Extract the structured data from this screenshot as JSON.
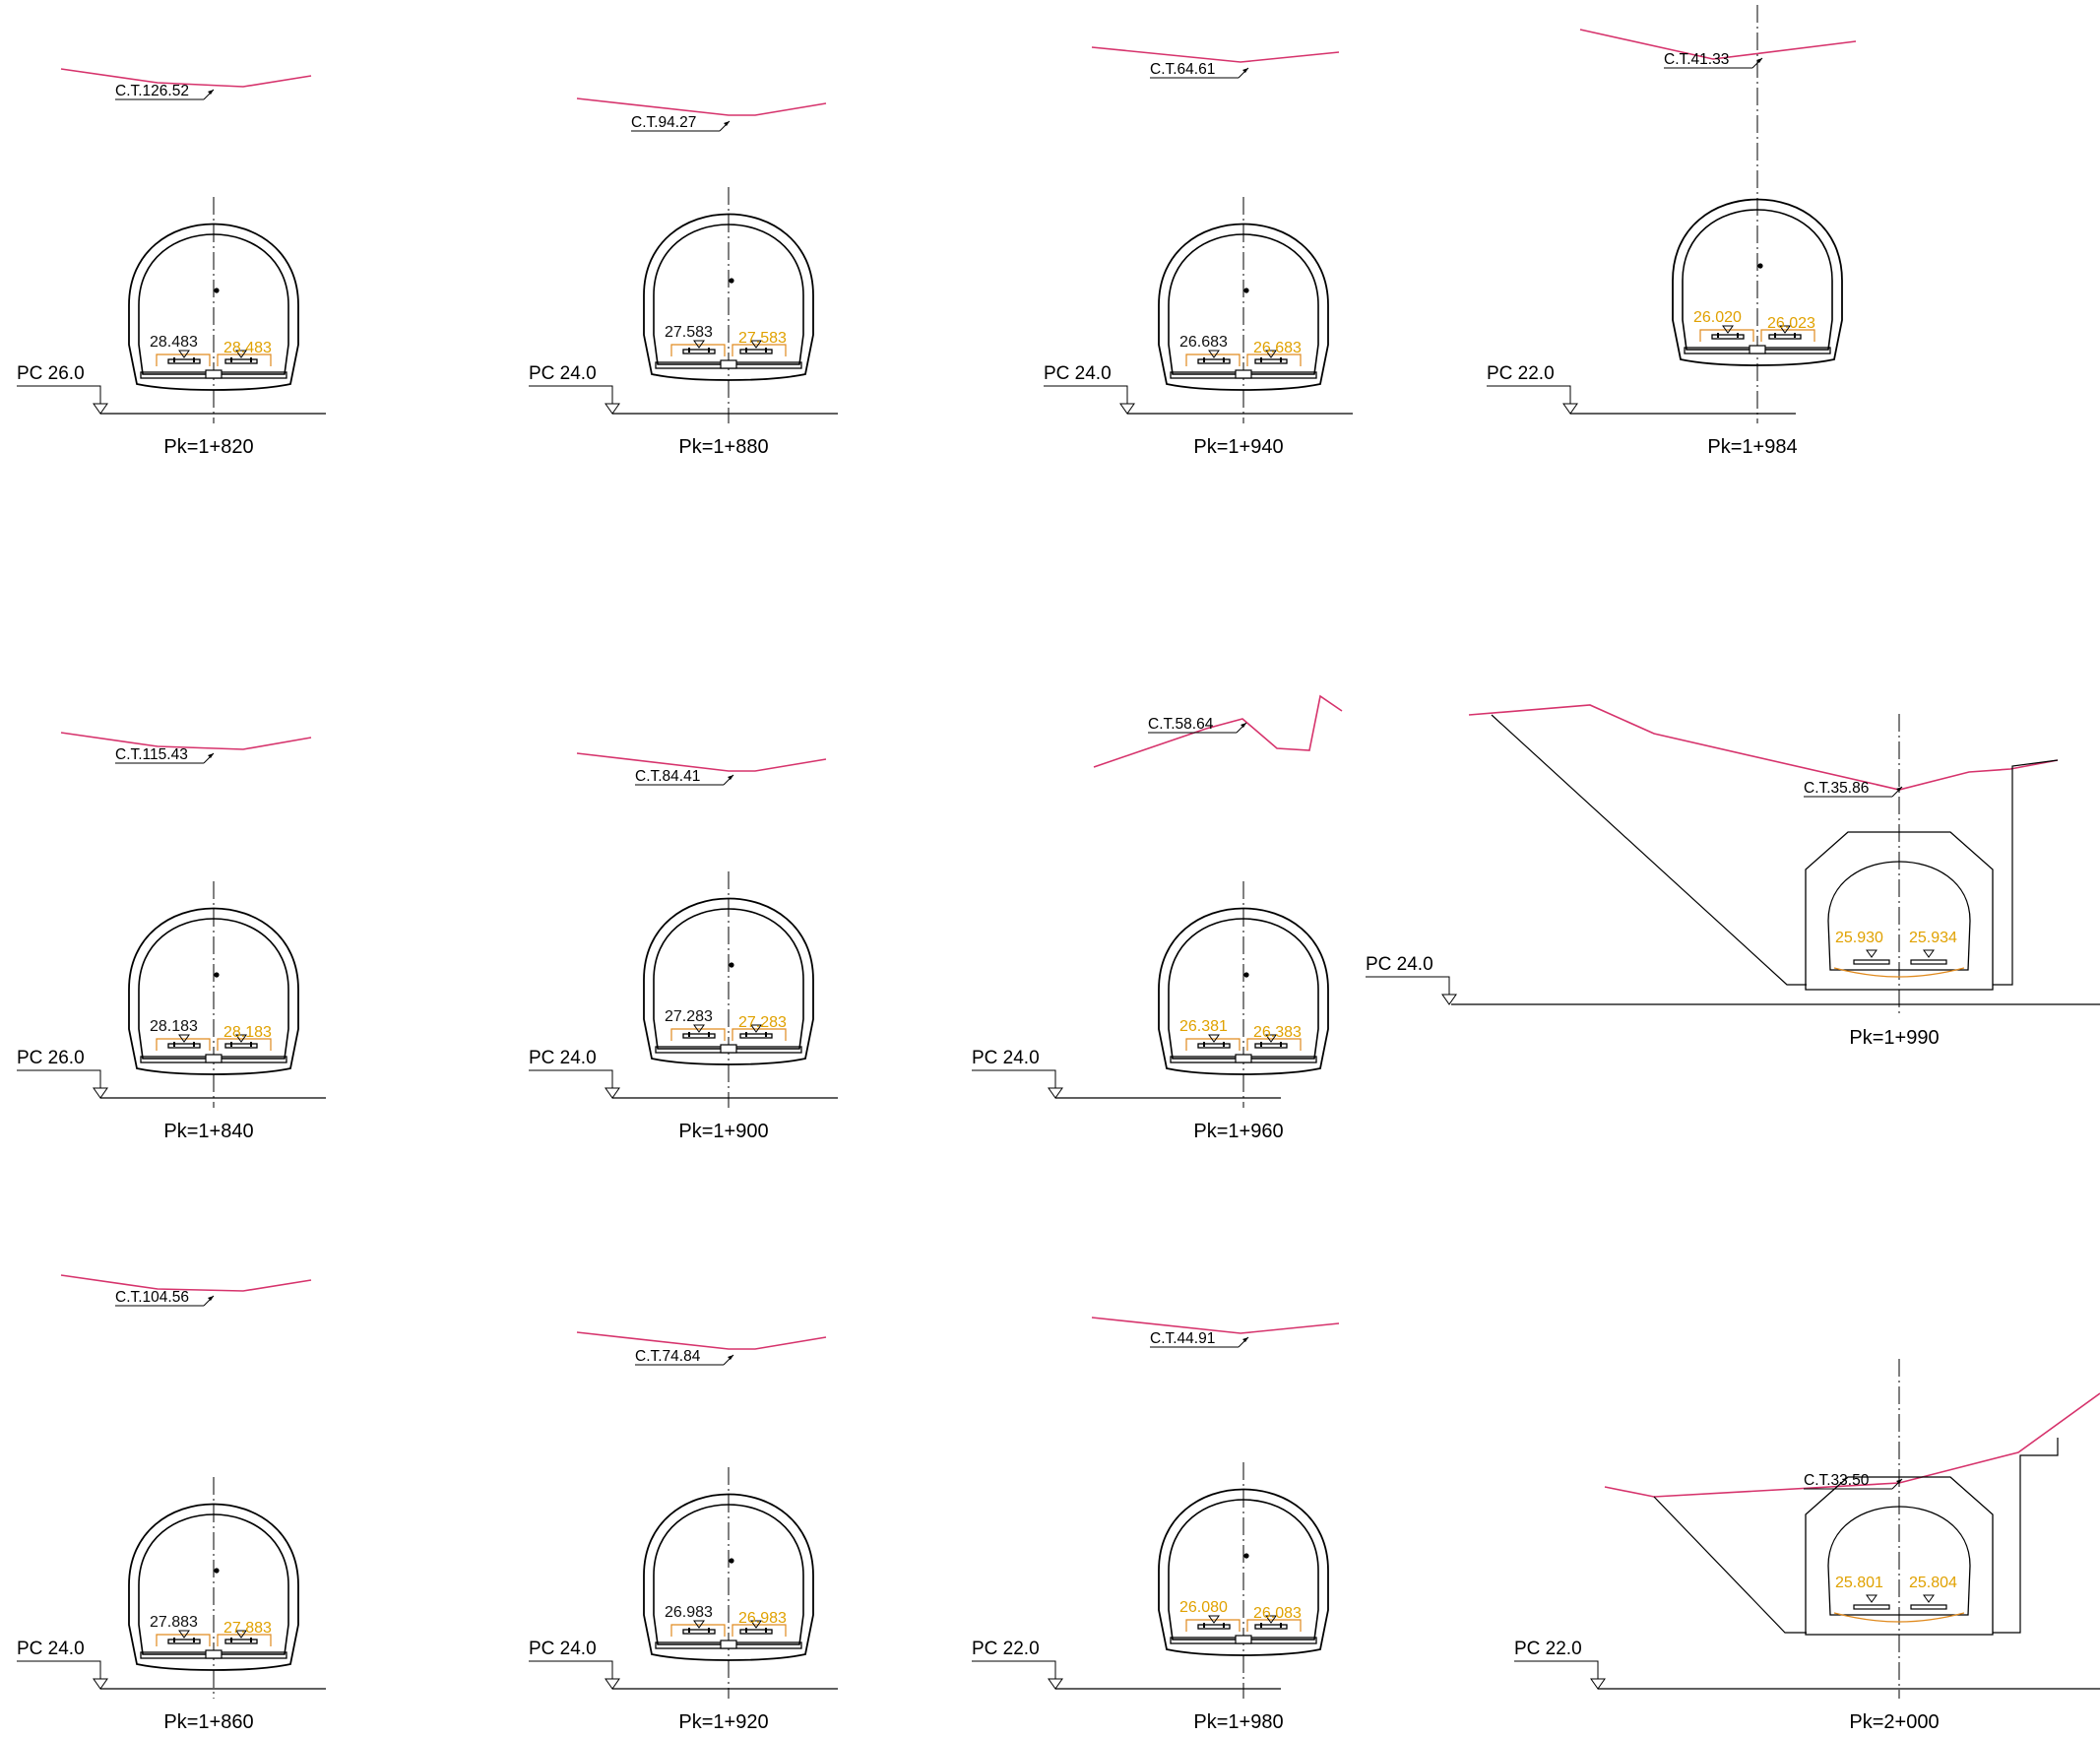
{
  "colors": {
    "terrain": "#d6336c",
    "left_level": "#111111",
    "right_level": "#e0a100",
    "line": "#000000",
    "ballast": "#e08a1e"
  },
  "sections": [
    {
      "pk": "Pk=1+820",
      "ct": "C.T.126.52",
      "pc": "PC 26.0",
      "left": "28.483",
      "right": "28.483"
    },
    {
      "pk": "Pk=1+880",
      "ct": "C.T.94.27",
      "pc": "PC 24.0",
      "left": "27.583",
      "right": "27.583"
    },
    {
      "pk": "Pk=1+940",
      "ct": "C.T.64.61",
      "pc": "PC 24.0",
      "left": "26.683",
      "right": "26.683"
    },
    {
      "pk": "Pk=1+984",
      "ct": "C.T.41.33",
      "pc": "PC 22.0",
      "left": "26.020",
      "right": "26.023"
    },
    {
      "pk": "Pk=1+840",
      "ct": "C.T.115.43",
      "pc": "PC 26.0",
      "left": "28.183",
      "right": "28.183"
    },
    {
      "pk": "Pk=1+900",
      "ct": "C.T.84.41",
      "pc": "PC 24.0",
      "left": "27.283",
      "right": "27.283"
    },
    {
      "pk": "Pk=1+960",
      "ct": "C.T.58.64",
      "pc": "PC 24.0",
      "left": "26.381",
      "right": "26.383"
    },
    {
      "pk": "Pk=1+990",
      "ct": "C.T.35.86",
      "pc": "PC 24.0",
      "left": "25.930",
      "right": "25.934"
    },
    {
      "pk": "Pk=1+860",
      "ct": "C.T.104.56",
      "pc": "PC 24.0",
      "left": "27.883",
      "right": "27.883"
    },
    {
      "pk": "Pk=1+920",
      "ct": "C.T.74.84",
      "pc": "PC 24.0",
      "left": "26.983",
      "right": "26.983"
    },
    {
      "pk": "Pk=1+980",
      "ct": "C.T.44.91",
      "pc": "PC 22.0",
      "left": "26.080",
      "right": "26.083"
    },
    {
      "pk": "Pk=2+000",
      "ct": "C.T.33.50",
      "pc": "PC 22.0",
      "left": "25.801",
      "right": "25.804"
    }
  ]
}
